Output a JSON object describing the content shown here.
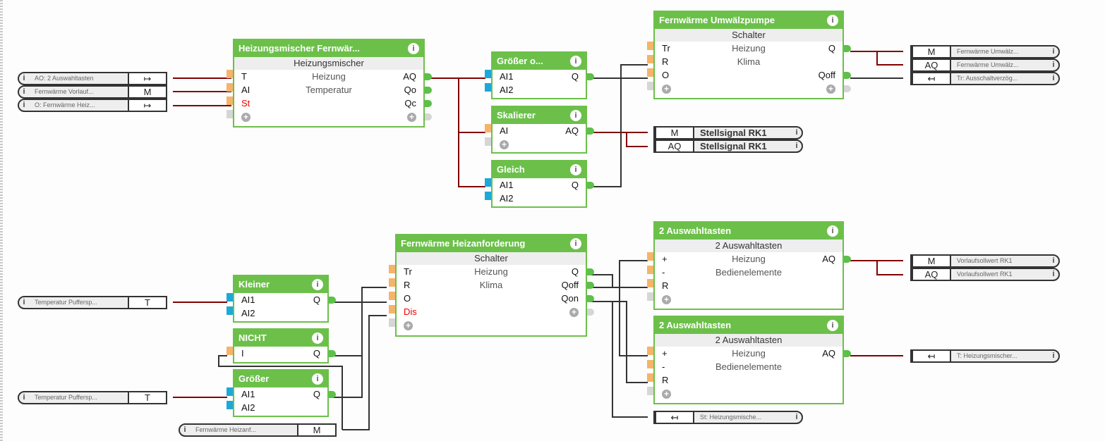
{
  "blocks": {
    "heizungsmischer": {
      "title": "Heizungsmischer Fernwär...",
      "subtitle": "Heizungsmischer",
      "inputs": [
        "T",
        "AI",
        "St"
      ],
      "middle": [
        "Heizung",
        "Temperatur"
      ],
      "outputs": [
        "AQ",
        "Qo",
        "Qc"
      ]
    },
    "groesser_o": {
      "title": "Größer o...",
      "inputs": [
        "AI1",
        "AI2"
      ],
      "outputs": [
        "Q"
      ]
    },
    "skalierer": {
      "title": "Skalierer",
      "inputs": [
        "AI"
      ],
      "outputs": [
        "AQ"
      ]
    },
    "gleich": {
      "title": "Gleich",
      "inputs": [
        "AI1",
        "AI2"
      ],
      "outputs": [
        "Q"
      ]
    },
    "umwaelzpumpe": {
      "title": "Fernwärme Umwälzpumpe",
      "subtitle": "Schalter",
      "inputs": [
        "Tr",
        "R",
        "O"
      ],
      "middle": [
        "Heizung",
        "Klima"
      ],
      "outputs": [
        "Q",
        "Qoff"
      ]
    },
    "kleiner": {
      "title": "Kleiner",
      "inputs": [
        "AI1",
        "AI2"
      ],
      "outputs": [
        "Q"
      ]
    },
    "nicht": {
      "title": "NICHT",
      "inputs": [
        "I"
      ],
      "outputs": [
        "Q"
      ]
    },
    "groesser": {
      "title": "Größer",
      "inputs": [
        "AI1",
        "AI2"
      ],
      "outputs": [
        "Q"
      ]
    },
    "heizanforderung": {
      "title": "Fernwärme Heizanforderung",
      "subtitle": "Schalter",
      "inputs": [
        "Tr",
        "R",
        "O",
        "Dis"
      ],
      "middle": [
        "Heizung",
        "Klima"
      ],
      "outputs": [
        "Q",
        "Qoff",
        "Qon"
      ]
    },
    "auswahl1": {
      "title": "2 Auswahltasten",
      "subtitle": "2 Auswahltasten",
      "inputs": [
        "+",
        "-",
        "R"
      ],
      "middle": [
        "Heizung",
        "Bedienelemente"
      ],
      "outputs": [
        "AQ"
      ]
    },
    "auswahl2": {
      "title": "2 Auswahltasten",
      "subtitle": "2 Auswahltasten",
      "inputs": [
        "+",
        "-",
        "R"
      ],
      "middle": [
        "Heizung",
        "Bedienelemente"
      ],
      "outputs": [
        "AQ"
      ]
    }
  },
  "terminals": {
    "in_ao": {
      "label": "AO: 2 Auswahltasten",
      "type": "↦"
    },
    "in_vorlauf": {
      "label": "Fernwärme Vorlauf...",
      "type": "M"
    },
    "in_o": {
      "label": "O: Fernwärme Heiz...",
      "type": "↦"
    },
    "in_puffer1": {
      "label": "Temperatur Puffersp...",
      "type": "T"
    },
    "in_puffer2": {
      "label": "Temperatur Puffersp...",
      "type": "T"
    },
    "in_heizanf": {
      "label": "Fernwärme Heizanf...",
      "type": "M"
    },
    "out_umw_m": {
      "label": "Fernwärme Umwälz...",
      "type": "M"
    },
    "out_umw_aq": {
      "label": "Fernwärme Umwälz...",
      "type": "AQ"
    },
    "out_tr": {
      "label": "Tr: Ausschaltverzög...",
      "type": "↤"
    },
    "out_stell_m": {
      "label": "Stellsignal RK1",
      "type": "M"
    },
    "out_stell_aq": {
      "label": "Stellsignal RK1",
      "type": "AQ"
    },
    "out_vorl_m": {
      "label": "Vorlaufsollwert RK1",
      "type": "M"
    },
    "out_vorl_aq": {
      "label": "Vorlaufsollwert RK1",
      "type": "AQ"
    },
    "out_t_heiz": {
      "label": "T: Heizungsmischer...",
      "type": "↤"
    },
    "out_st_heiz": {
      "label": "St: Heizungsmische...",
      "type": "↤"
    }
  },
  "icons": {
    "info": "i",
    "add": "+"
  },
  "colors": {
    "block": "#6cc04a",
    "analog_wire": "#800000",
    "digital_wire": "#333333",
    "port_orange": "#f5b46a",
    "port_blue": "#1ea8d8"
  }
}
